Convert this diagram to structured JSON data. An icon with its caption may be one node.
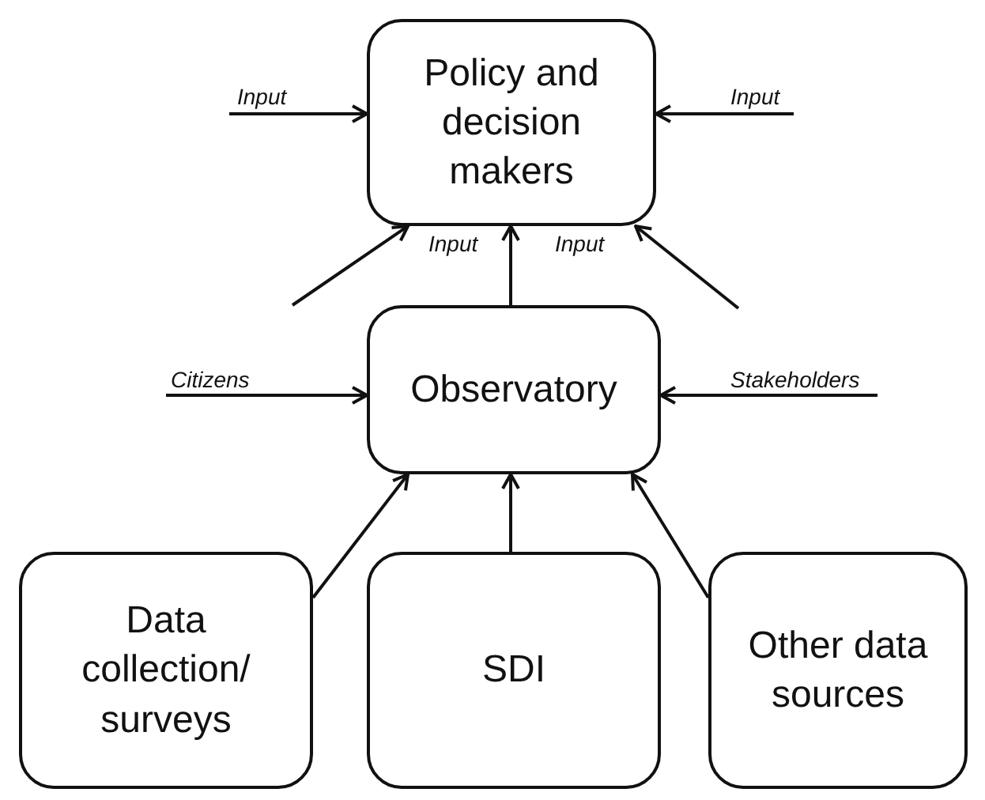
{
  "diagram": {
    "nodes": [
      {
        "text": [
          "Policy and decision makers"
        ]
      },
      {
        "text": [
          "Observatory"
        ]
      },
      {
        "text": [
          "Data collection/ surveys"
        ]
      },
      {
        "text": [
          "SDI"
        ]
      },
      {
        "text": [
          "Other data sources"
        ]
      }
    ],
    "edges": [
      {
        "from": null,
        "to": 0,
        "arrow": "to",
        "label": "Input"
      },
      {
        "from": null,
        "to": 0,
        "arrow": "to",
        "label": "Input"
      },
      {
        "from": null,
        "to": 0,
        "arrow": "to"
      },
      {
        "from": 1,
        "to": 0,
        "arrow": "to"
      },
      {
        "from": null,
        "to": 0,
        "arrow": "to"
      },
      {
        "from": null,
        "to": 1,
        "arrow": "to",
        "label": "Citizens"
      },
      {
        "from": null,
        "to": 1,
        "arrow": "to",
        "label": "Stakeholders"
      },
      {
        "from": 2,
        "to": 1,
        "arrow": "to"
      },
      {
        "from": 3,
        "to": 1,
        "arrow": "to"
      },
      {
        "from": 4,
        "to": 1,
        "arrow": "to"
      }
    ],
    "labels": [
      "Input",
      "Input"
    ]
  }
}
